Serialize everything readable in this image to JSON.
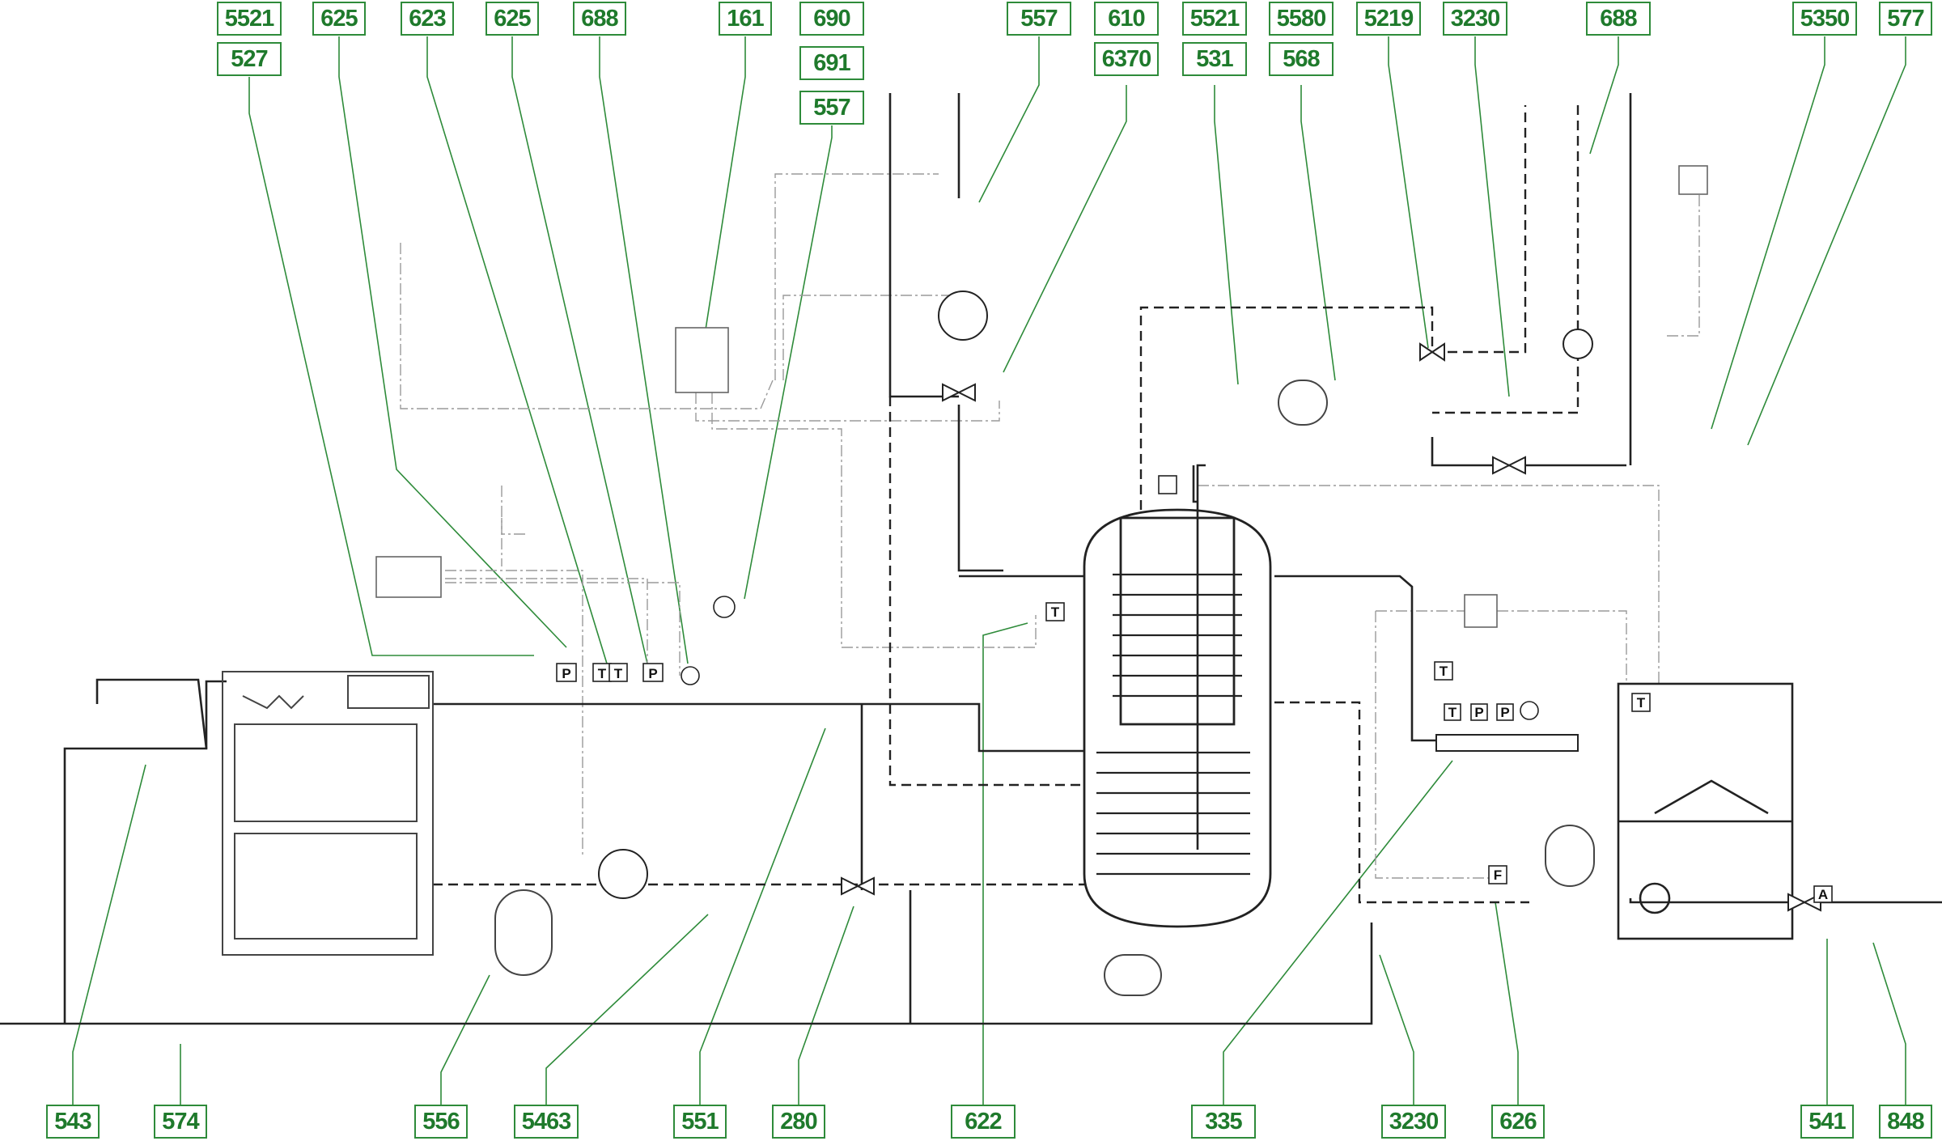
{
  "labels": {
    "top": {
      "l5521a": "5521",
      "l527": "527",
      "l625a": "625",
      "l623": "623",
      "l625b": "625",
      "l688a": "688",
      "l161": "161",
      "l690": "690",
      "l691": "691",
      "l557a": "557",
      "l557b": "557",
      "l610": "610",
      "l6370": "6370",
      "l5521b": "5521",
      "l531": "531",
      "l5580": "5580",
      "l568": "568",
      "l5219": "5219",
      "l3230a": "3230",
      "l688b": "688",
      "l5350": "5350",
      "l577": "577"
    },
    "bottom": {
      "l543": "543",
      "l574": "574",
      "l556": "556",
      "l5463": "5463",
      "l551": "551",
      "l280": "280",
      "l622": "622",
      "l335": "335",
      "l3230b": "3230",
      "l626": "626",
      "l541": "541",
      "l848": "848"
    }
  },
  "symbols": {
    "temp": "T",
    "pressure": "P",
    "flow": "F",
    "actuator": "A"
  },
  "colors": {
    "label_border": "#2e8b3a",
    "label_text": "#1f7a2c",
    "pipe": "#222222",
    "signal": "#9a9a9a"
  }
}
